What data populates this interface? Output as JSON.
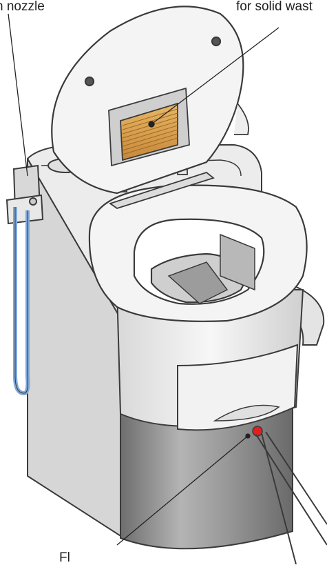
{
  "labels": {
    "nozzle": "n nozzle",
    "solid_waste": "for solid wast",
    "bottom": "Fl"
  },
  "colors": {
    "outline": "#3a3a3a",
    "seat": "#f2f2f2",
    "body": "#e6e6e6",
    "canister": "#8c8c8c",
    "filter": "#d9a24a",
    "hose": "#7fa7d8",
    "indicator": "#e02020"
  }
}
